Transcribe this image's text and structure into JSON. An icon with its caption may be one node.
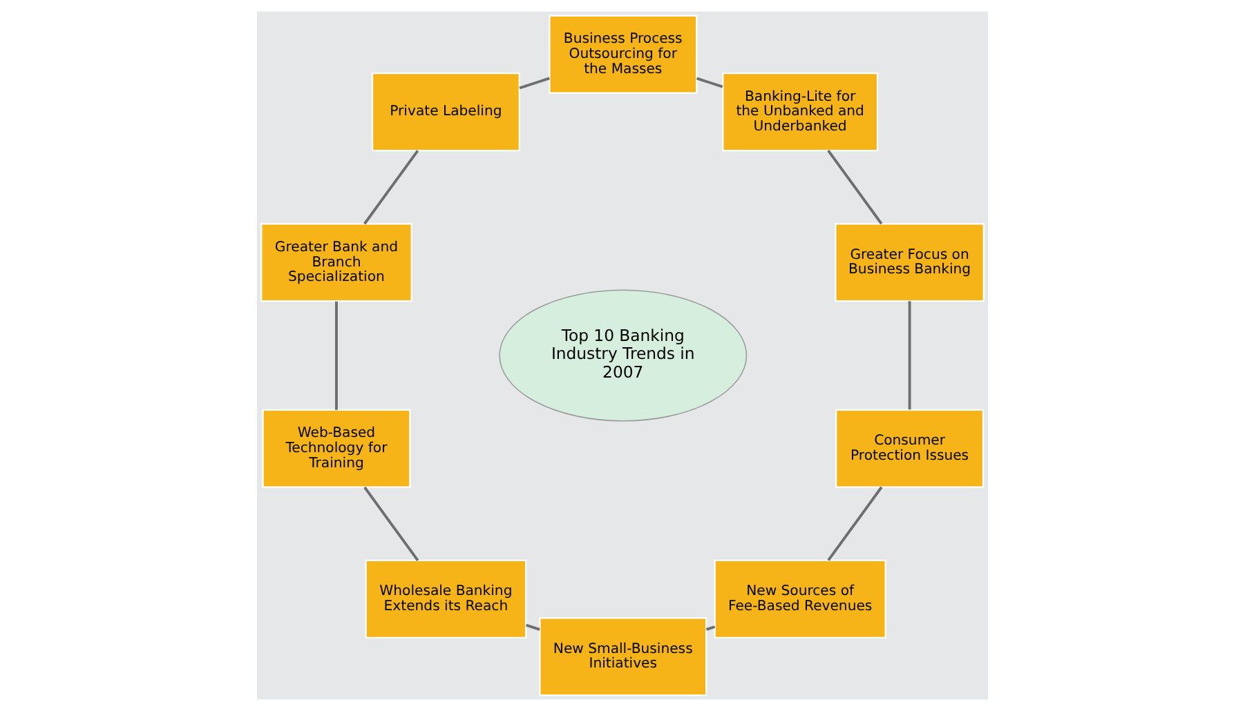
{
  "diagram": {
    "nodes": [
      {
        "text": [
          "Top 10 Banking Industry Trends in 2007"
        ]
      },
      {
        "text": [
          "Greater Focus on Business Banking"
        ]
      },
      {
        "text": [
          "Banking-Lite for the Unbanked and Underbanked"
        ]
      },
      {
        "text": [
          "Business Process Outsourcing for the Masses"
        ]
      },
      {
        "text": [
          "Private Labeling"
        ]
      },
      {
        "text": [
          "Greater Bank and Branch Specialization"
        ]
      },
      {
        "text": [
          "Web-Based Technology for Training"
        ]
      },
      {
        "text": [
          "Wholesale Banking Extends its Reach"
        ]
      },
      {
        "text": [
          "New Small-Business Initiatives"
        ]
      },
      {
        "text": [
          "New Sources of Fee-Based Revenues"
        ]
      },
      {
        "text": [
          "Consumer Protection Issues"
        ]
      }
    ],
    "edges": [
      {
        "from": 1,
        "to": 2,
        "arrow": "none"
      },
      {
        "from": 2,
        "to": 3,
        "arrow": "none"
      },
      {
        "from": 3,
        "to": 4,
        "arrow": "none"
      },
      {
        "from": 4,
        "to": 5,
        "arrow": "none"
      },
      {
        "from": 5,
        "to": 6,
        "arrow": "none"
      },
      {
        "from": 6,
        "to": 7,
        "arrow": "none"
      },
      {
        "from": 7,
        "to": 8,
        "arrow": "none"
      },
      {
        "from": 8,
        "to": 9,
        "arrow": "none"
      },
      {
        "from": 9,
        "to": 10,
        "arrow": "none"
      },
      {
        "from": 10,
        "to": 1,
        "arrow": "none"
      }
    ]
  }
}
